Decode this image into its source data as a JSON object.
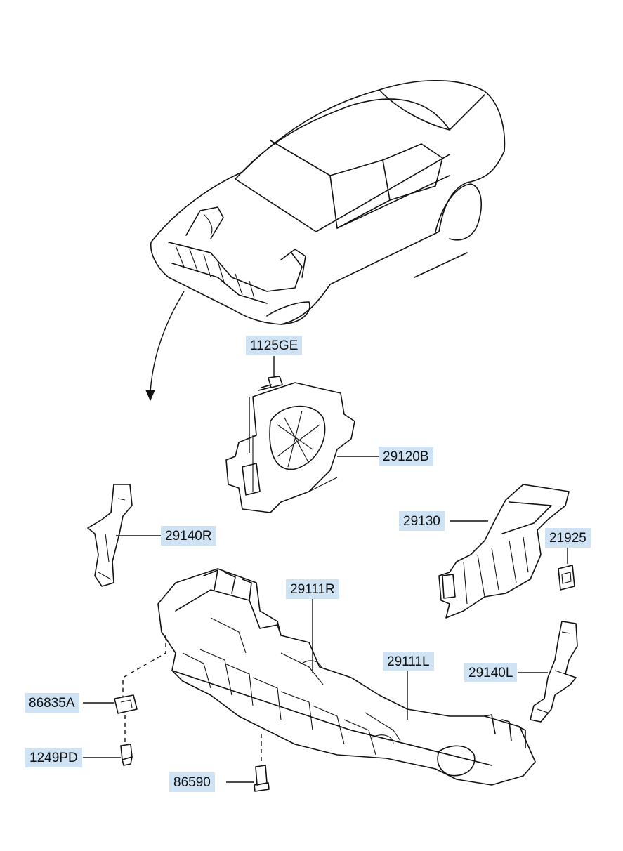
{
  "callouts": {
    "c1125GE": "1125GE",
    "c29120B": "29120B",
    "c29140R": "29140R",
    "c29130": "29130",
    "c21925": "21925",
    "c29111R": "29111R",
    "c29111L": "29111L",
    "c29140L": "29140L",
    "c86835A": "86835A",
    "c1249PD": "1249PD",
    "c86590": "86590"
  },
  "colors": {
    "callout_bg": "#cfe3f5",
    "line": "#111111"
  }
}
